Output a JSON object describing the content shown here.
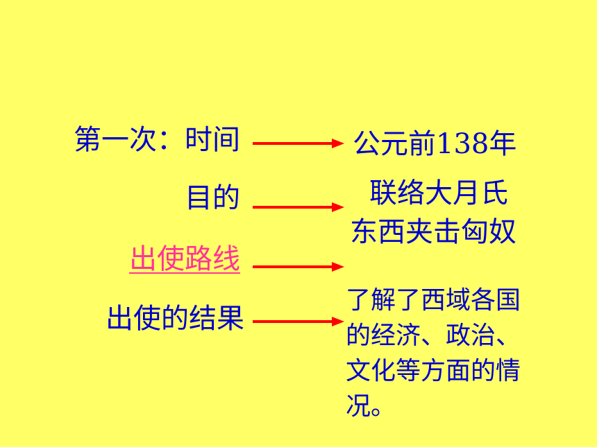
{
  "rows": {
    "time_label": "第一次：时间",
    "purpose_label": "目的",
    "route_label": "出使路线",
    "result_label": "出使的结果"
  },
  "values": {
    "time_value": "公元前138年",
    "purpose_line1": "联络大月氏",
    "purpose_line2": "东西夹击匈奴",
    "result_line1": "了解了西域各国",
    "result_line2": "的经济、政治、",
    "result_line3": "文化等方面的情",
    "result_line4": "况。"
  },
  "colors": {
    "background": "#FFFF66",
    "text": "#0000CC",
    "link": "#FF3399",
    "arrow": "#FF0000"
  }
}
